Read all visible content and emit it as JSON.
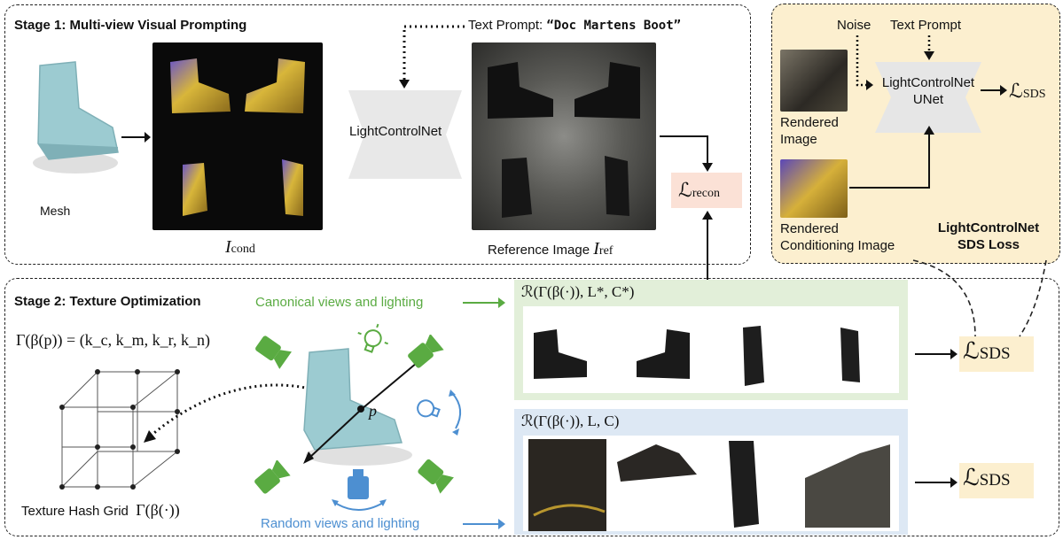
{
  "stage1": {
    "title": "Stage 1: Multi-view Visual Prompting",
    "mesh_label": "Mesh",
    "text_prompt_prefix": "Text Prompt: ",
    "text_prompt_value": "“Doc Martens Boot”",
    "network_label": "LightControlNet",
    "cond_label_main": "I",
    "cond_label_sub": "cond",
    "ref_label_prefix": "Reference Image ",
    "ref_label_main": "I",
    "ref_label_sub": "ref",
    "loss_recon_main": "ℒ",
    "loss_recon_sub": "recon"
  },
  "sds_panel": {
    "noise_label": "Noise",
    "text_prompt_label": "Text Prompt",
    "unet_line1": "LightControlNet",
    "unet_line2": "UNet",
    "rendered_image_label_1": "Rendered",
    "rendered_image_label_2": "Image",
    "conditioning_label_1": "Rendered",
    "conditioning_label_2": "Conditioning Image",
    "loss_main": "ℒ",
    "loss_sub": "SDS",
    "title_line1": "LightControlNet",
    "title_line2": "SDS Loss"
  },
  "stage2": {
    "title": "Stage 2: Texture Optimization",
    "formula": "Γ(β(p)) = (k_c, k_m, k_r, k_n)",
    "hash_grid_label": "Texture Hash Grid",
    "hash_grid_formula": "Γ(β(·))",
    "point_label": "p",
    "canonical_label": "Canonical views and lighting",
    "random_label": "Random views and lighting",
    "render_canonical": "ℛ(Γ(β(·)), L*, C*)",
    "render_random": "ℛ(Γ(β(·)), L, C)",
    "loss_sds_main": "ℒ",
    "loss_sds_sub": "SDS"
  },
  "colors": {
    "green": "#5aab42",
    "blue": "#4d8fd1",
    "sds_bg": "#fcefcf",
    "recon_bg": "#fbe1d6",
    "green_panel": "#e2efd9",
    "blue_panel": "#dde8f4"
  }
}
